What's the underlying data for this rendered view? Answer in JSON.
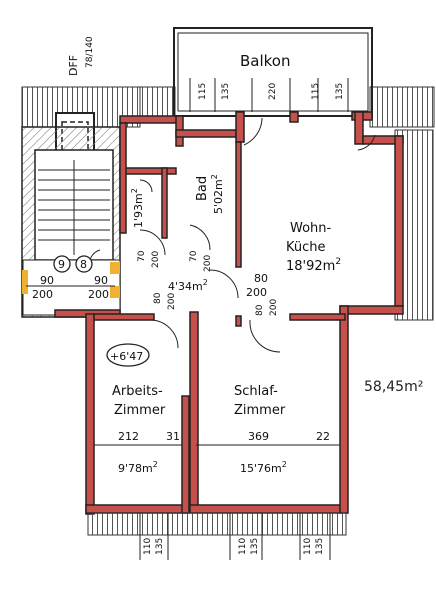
{
  "colors": {
    "wall": "#c8504a",
    "wall_outline": "#222222",
    "hatch": "#555555",
    "stair_accent": "#f0b030",
    "background": "#ffffff"
  },
  "labels": {
    "balkon": "Balkon",
    "dff": "DFF",
    "dff_size": "78/140",
    "wohn": "Wohn-",
    "kueche": "Küche",
    "wohn_area": "18'92m",
    "bad": "Bad",
    "bad_area": "5'02m",
    "wc_area": "1'93m",
    "hall_area": "4'34m",
    "arbeits": "Arbeits-",
    "arbeits2": "Zimmer",
    "arbeits_area": "9'78m",
    "schlaf": "Schlaf-",
    "schlaf2": "Zimmer",
    "schlaf_area": "15'76m",
    "sup": "2",
    "level": "+6'47",
    "circle1": "9",
    "circle2": "8",
    "total_area": "58,45m²"
  },
  "dims": {
    "balkon_115": "115",
    "balkon_135": "135",
    "balkon_220": "220",
    "stair_90": "90",
    "stair_200": "200",
    "d_70": "70",
    "d_80": "80",
    "d_200": "200",
    "d_212": "212",
    "d_31": "31",
    "d_369": "369",
    "d_22": "22",
    "bot_110": "110",
    "bot_135": "135"
  }
}
